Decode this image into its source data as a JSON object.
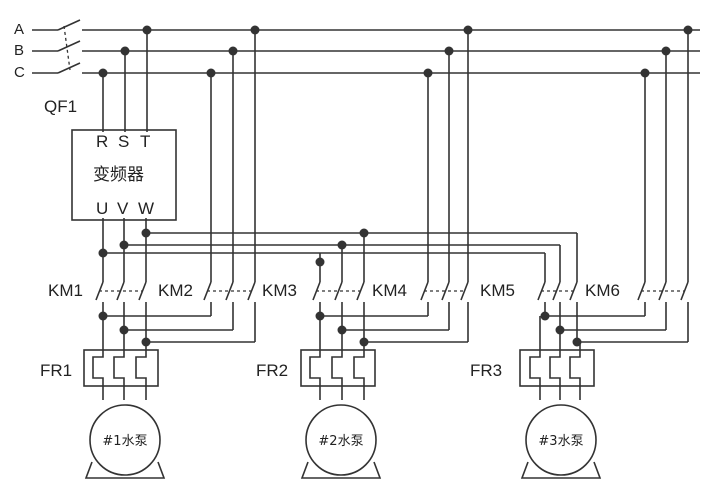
{
  "phases": [
    "A",
    "B",
    "C"
  ],
  "breaker": "QF1",
  "inverter": {
    "name": "变频器",
    "inputs": [
      "R",
      "S",
      "T"
    ],
    "outputs": [
      "U",
      "V",
      "W"
    ]
  },
  "contactors": [
    "KM1",
    "KM2",
    "KM3",
    "KM4",
    "KM5",
    "KM6"
  ],
  "relays": [
    "FR1",
    "FR2",
    "FR3"
  ],
  "pumps": [
    "#1水泵",
    "#2水泵",
    "#3水泵"
  ]
}
